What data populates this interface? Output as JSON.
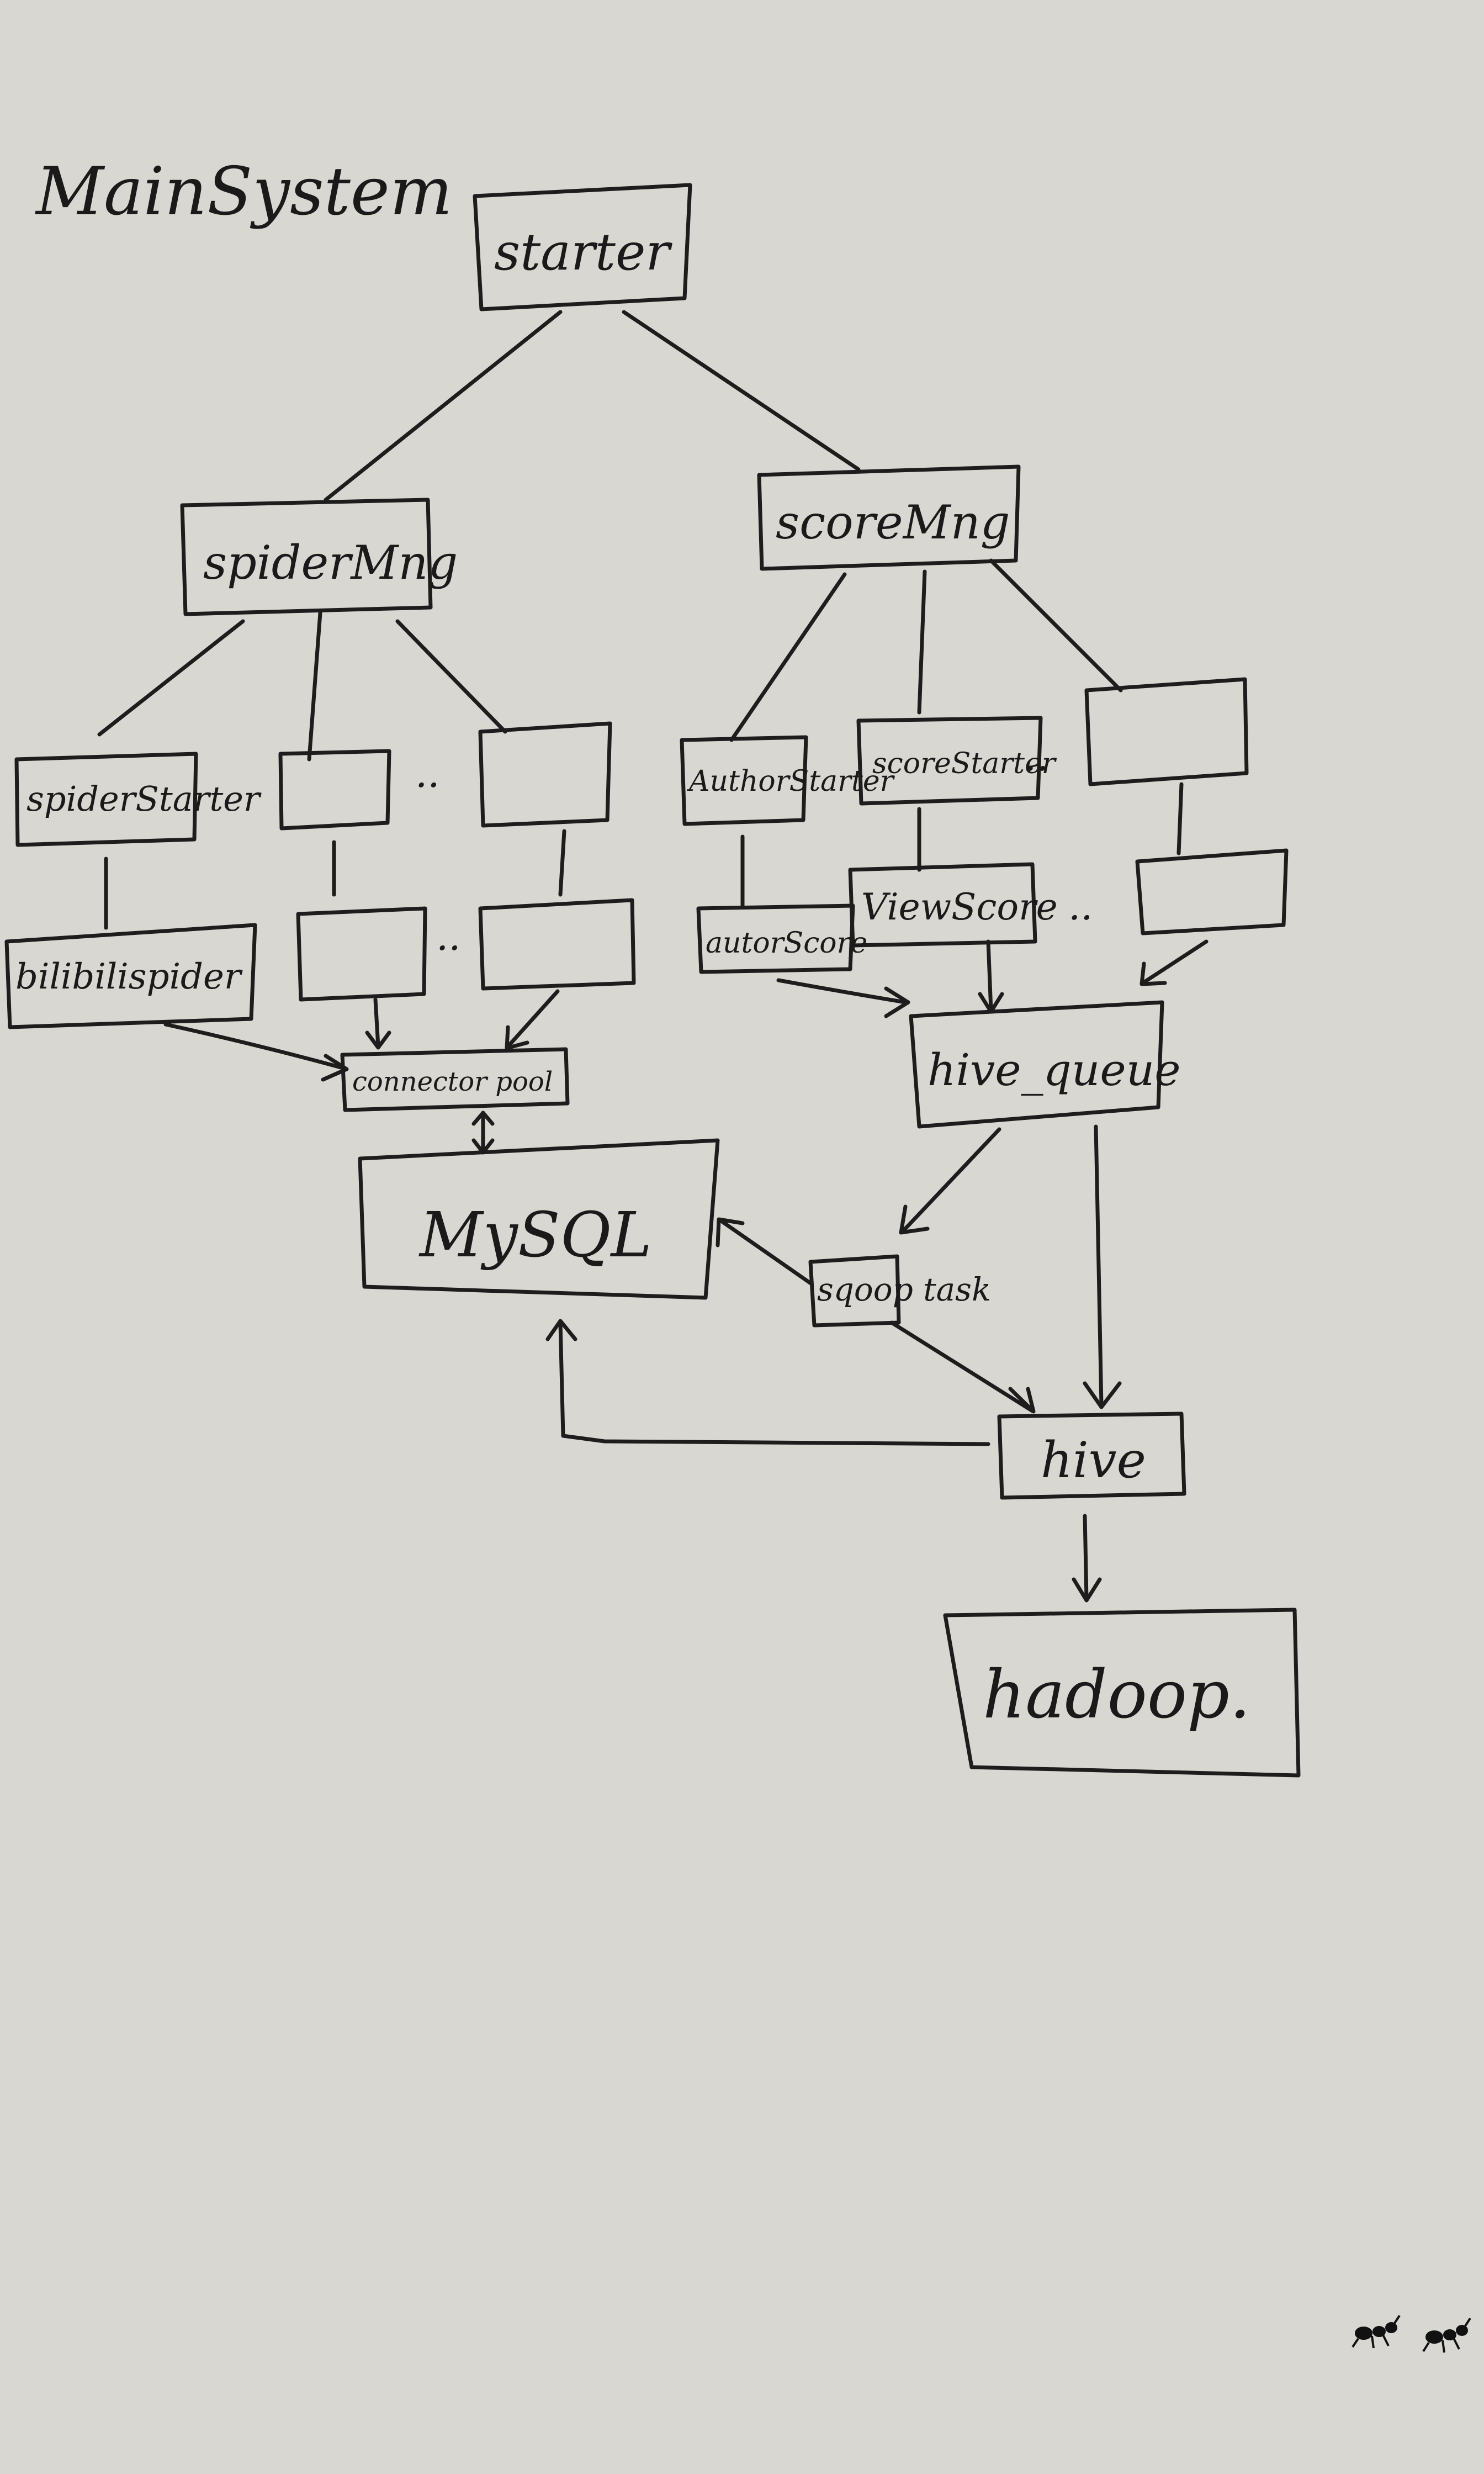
{
  "diagram": {
    "title": "MainSystem",
    "nodes": {
      "starter": "starter",
      "spiderMng": "spiderMng",
      "scoreMng": "scoreMng",
      "spiderStarter": "spiderStarter",
      "bilibiliSpider": "bilibilispider",
      "authorStarter": "AuthorStarter",
      "scoreStarter": "scoreStarter",
      "authorScore": "autorScore",
      "viewScore": "ViewScore",
      "connectorPool": "connector pool",
      "mysql": "MySQL",
      "hiveQueue": "hive_queue",
      "sqoopTask": "sqoop task",
      "hive": "hive",
      "hadoop": "hadoop."
    },
    "ellipsis": "..",
    "edges": [
      [
        "starter",
        "spiderMng"
      ],
      [
        "starter",
        "scoreMng"
      ],
      [
        "spiderMng",
        "spiderStarter"
      ],
      [
        "spiderMng",
        "spider-slot-2"
      ],
      [
        "spiderMng",
        "spider-slot-3"
      ],
      [
        "spiderStarter",
        "bilibiliSpider"
      ],
      [
        "spider-slot-2",
        "spider-child-2"
      ],
      [
        "spider-slot-3",
        "spider-child-3"
      ],
      [
        "bilibiliSpider",
        "connectorPool"
      ],
      [
        "spider-child-2",
        "connectorPool"
      ],
      [
        "spider-child-3",
        "connectorPool"
      ],
      [
        "connectorPool",
        "mysql"
      ],
      [
        "scoreMng",
        "authorStarter"
      ],
      [
        "scoreMng",
        "scoreStarter"
      ],
      [
        "scoreMng",
        "score-slot-3"
      ],
      [
        "authorStarter",
        "authorScore"
      ],
      [
        "scoreStarter",
        "viewScore"
      ],
      [
        "score-slot-3",
        "score-child-3"
      ],
      [
        "authorScore",
        "hiveQueue"
      ],
      [
        "viewScore",
        "hiveQueue"
      ],
      [
        "score-child-3",
        "hiveQueue"
      ],
      [
        "hiveQueue",
        "sqoopTask"
      ],
      [
        "hiveQueue",
        "hive"
      ],
      [
        "sqoopTask",
        "mysql"
      ],
      [
        "sqoopTask",
        "hive"
      ],
      [
        "hive",
        "mysql"
      ],
      [
        "hive",
        "hadoop"
      ]
    ]
  }
}
